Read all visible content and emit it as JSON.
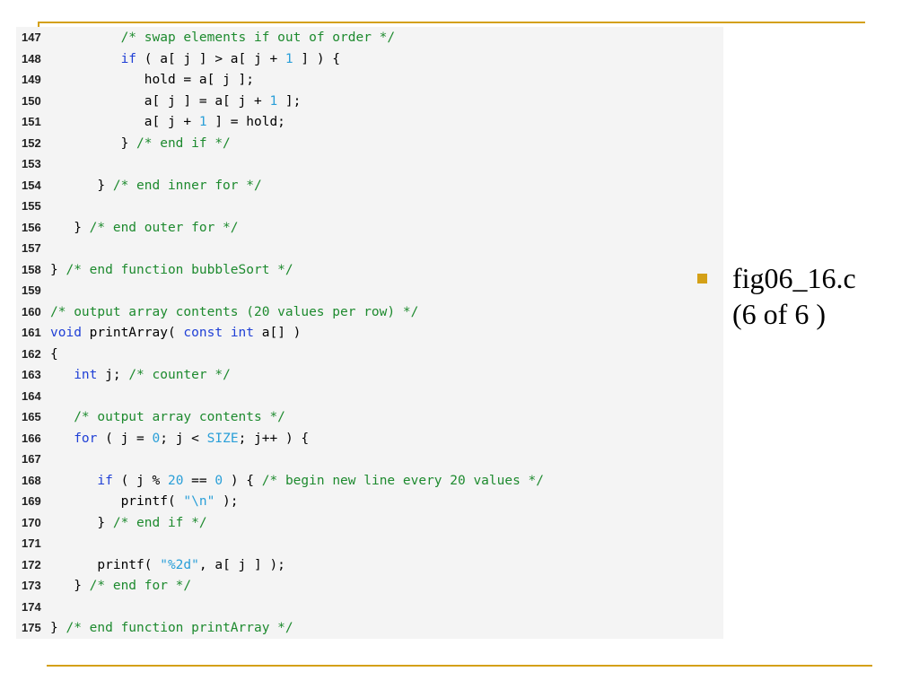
{
  "code": {
    "lines": [
      {
        "num": "147",
        "tokens": [
          {
            "t": "         ",
            "c": "plain"
          },
          {
            "t": "/* swap elements if out of order */",
            "c": "comment"
          }
        ]
      },
      {
        "num": "148",
        "tokens": [
          {
            "t": "         ",
            "c": "plain"
          },
          {
            "t": "if",
            "c": "keyword"
          },
          {
            "t": " ( a[ j ] > a[ j + ",
            "c": "plain"
          },
          {
            "t": "1",
            "c": "number"
          },
          {
            "t": " ] ) {",
            "c": "plain"
          }
        ]
      },
      {
        "num": "149",
        "tokens": [
          {
            "t": "            hold = a[ j ];",
            "c": "plain"
          }
        ]
      },
      {
        "num": "150",
        "tokens": [
          {
            "t": "            a[ j ] = a[ j + ",
            "c": "plain"
          },
          {
            "t": "1",
            "c": "number"
          },
          {
            "t": " ];",
            "c": "plain"
          }
        ]
      },
      {
        "num": "151",
        "tokens": [
          {
            "t": "            a[ j + ",
            "c": "plain"
          },
          {
            "t": "1",
            "c": "number"
          },
          {
            "t": " ] = hold;",
            "c": "plain"
          }
        ]
      },
      {
        "num": "152",
        "tokens": [
          {
            "t": "         } ",
            "c": "plain"
          },
          {
            "t": "/* end if */",
            "c": "comment"
          }
        ]
      },
      {
        "num": "153",
        "tokens": []
      },
      {
        "num": "154",
        "tokens": [
          {
            "t": "      } ",
            "c": "plain"
          },
          {
            "t": "/* end inner for */",
            "c": "comment"
          }
        ]
      },
      {
        "num": "155",
        "tokens": []
      },
      {
        "num": "156",
        "tokens": [
          {
            "t": "   } ",
            "c": "plain"
          },
          {
            "t": "/* end outer for */",
            "c": "comment"
          }
        ]
      },
      {
        "num": "157",
        "tokens": []
      },
      {
        "num": "158",
        "tokens": [
          {
            "t": "} ",
            "c": "plain"
          },
          {
            "t": "/* end function bubbleSort */",
            "c": "comment"
          }
        ]
      },
      {
        "num": "159",
        "tokens": []
      },
      {
        "num": "160",
        "tokens": [
          {
            "t": "/* output array contents (20 values per row) */",
            "c": "comment"
          }
        ]
      },
      {
        "num": "161",
        "tokens": [
          {
            "t": "void",
            "c": "keyword"
          },
          {
            "t": " printArray( ",
            "c": "plain"
          },
          {
            "t": "const",
            "c": "keyword"
          },
          {
            "t": " ",
            "c": "plain"
          },
          {
            "t": "int",
            "c": "keyword"
          },
          {
            "t": " a[] )",
            "c": "plain"
          }
        ]
      },
      {
        "num": "162",
        "tokens": [
          {
            "t": "{",
            "c": "plain"
          }
        ]
      },
      {
        "num": "163",
        "tokens": [
          {
            "t": "   ",
            "c": "plain"
          },
          {
            "t": "int",
            "c": "keyword"
          },
          {
            "t": " j; ",
            "c": "plain"
          },
          {
            "t": "/* counter */",
            "c": "comment"
          }
        ]
      },
      {
        "num": "164",
        "tokens": []
      },
      {
        "num": "165",
        "tokens": [
          {
            "t": "   ",
            "c": "plain"
          },
          {
            "t": "/* output array contents */",
            "c": "comment"
          }
        ]
      },
      {
        "num": "166",
        "tokens": [
          {
            "t": "   ",
            "c": "plain"
          },
          {
            "t": "for",
            "c": "keyword"
          },
          {
            "t": " ( j = ",
            "c": "plain"
          },
          {
            "t": "0",
            "c": "number"
          },
          {
            "t": "; j < ",
            "c": "plain"
          },
          {
            "t": "SIZE",
            "c": "number"
          },
          {
            "t": "; j++ ) {",
            "c": "plain"
          }
        ]
      },
      {
        "num": "167",
        "tokens": []
      },
      {
        "num": "168",
        "tokens": [
          {
            "t": "      ",
            "c": "plain"
          },
          {
            "t": "if",
            "c": "keyword"
          },
          {
            "t": " ( j % ",
            "c": "plain"
          },
          {
            "t": "20",
            "c": "number"
          },
          {
            "t": " == ",
            "c": "plain"
          },
          {
            "t": "0",
            "c": "number"
          },
          {
            "t": " ) { ",
            "c": "plain"
          },
          {
            "t": "/* begin new line every 20 values */",
            "c": "comment"
          }
        ]
      },
      {
        "num": "169",
        "tokens": [
          {
            "t": "         printf( ",
            "c": "plain"
          },
          {
            "t": "\"\\n\"",
            "c": "string"
          },
          {
            "t": " );",
            "c": "plain"
          }
        ]
      },
      {
        "num": "170",
        "tokens": [
          {
            "t": "      } ",
            "c": "plain"
          },
          {
            "t": "/* end if */",
            "c": "comment"
          }
        ]
      },
      {
        "num": "171",
        "tokens": []
      },
      {
        "num": "172",
        "tokens": [
          {
            "t": "      printf( ",
            "c": "plain"
          },
          {
            "t": "\"%2d\"",
            "c": "string"
          },
          {
            "t": ", a[ j ] );",
            "c": "plain"
          }
        ]
      },
      {
        "num": "173",
        "tokens": [
          {
            "t": "   } ",
            "c": "plain"
          },
          {
            "t": "/* end for */",
            "c": "comment"
          }
        ]
      },
      {
        "num": "174",
        "tokens": []
      },
      {
        "num": "175",
        "tokens": [
          {
            "t": "} ",
            "c": "plain"
          },
          {
            "t": "/* end function printArray */",
            "c": "comment"
          }
        ]
      }
    ]
  },
  "caption": {
    "line1": "fig06_16.c",
    "line2": "(6 of 6 )"
  },
  "colors": {
    "rule": "#d4a017",
    "comment": "#1d8a2e",
    "keyword": "#1f3fd6",
    "number": "#2a9fd8"
  }
}
